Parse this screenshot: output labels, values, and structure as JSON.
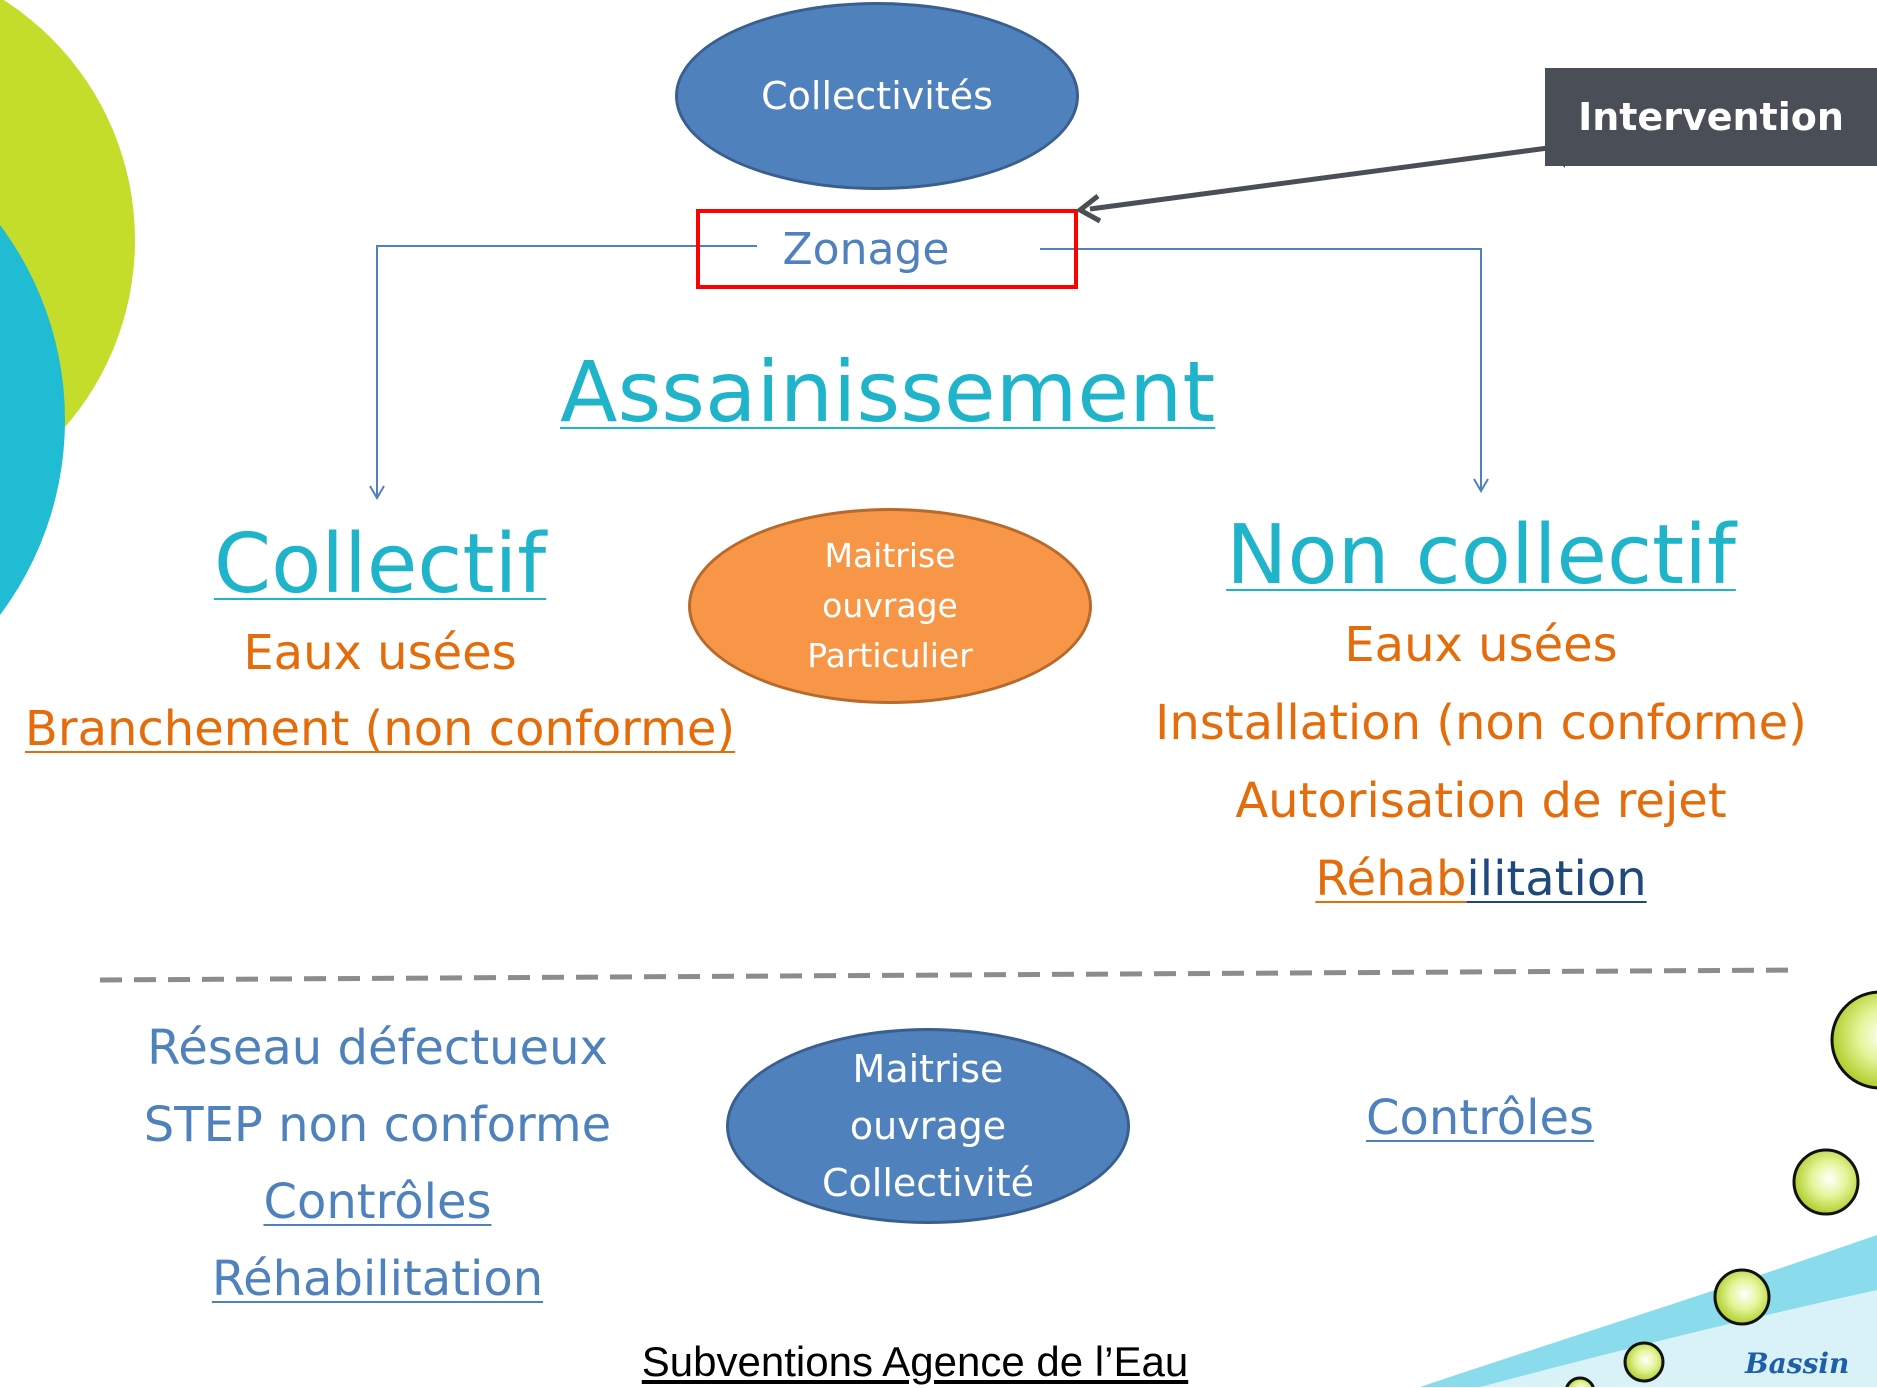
{
  "top": {
    "collectivites": "Collectivités",
    "intervention": "Intervention",
    "zonage": "Zonage",
    "assainissement": "Assainissement"
  },
  "collectif": {
    "title": "Collectif",
    "lines": [
      "Eaux usées",
      "Branchement (non conforme)"
    ]
  },
  "center_top": {
    "lines": [
      "Maitrise",
      "ouvrage",
      "Particulier"
    ]
  },
  "non_collectif": {
    "title": "Non collectif",
    "lines": [
      "Eaux usées",
      "Installation (non conforme)",
      "Autorisation de rejet"
    ],
    "rehab_part1": "Réhab",
    "rehab_part2": "ilitation"
  },
  "bottom_left": {
    "lines": [
      "Réseau défectueux",
      "STEP non conforme",
      "Contrôles",
      "Réhabilitation"
    ]
  },
  "center_bottom": {
    "lines": [
      "Maitrise",
      "ouvrage",
      "Collectivité"
    ]
  },
  "bottom_right": {
    "controles": "Contrôles"
  },
  "footer": {
    "subventions": "Subventions Agence de l’Eau",
    "logo_text": "Bassin"
  },
  "colors": {
    "teal": "#1fb4c9",
    "orange": "#e46c0a",
    "blue": "#4f81bd",
    "lime": "#c4dc2a",
    "red": "#ff0000",
    "dark": "#4a4f57"
  }
}
